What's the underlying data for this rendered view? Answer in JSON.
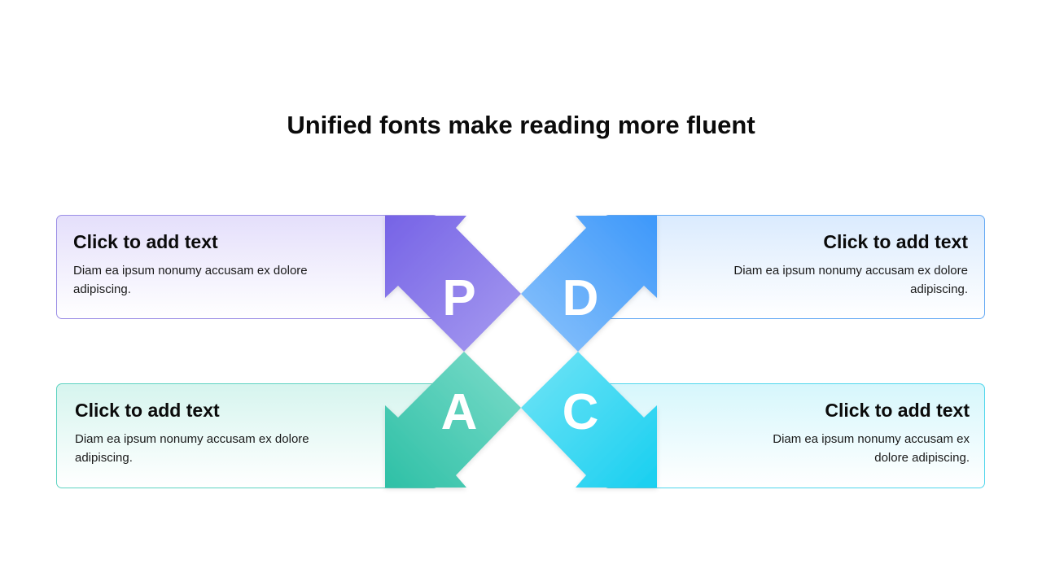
{
  "title": "Unified fonts make reading more fluent",
  "quadrants": [
    {
      "key": "p",
      "letter": "P",
      "heading": "Click to add text",
      "body": "Diam ea ipsum nonumy accusam ex dolore adipiscing.",
      "color_from": "#7663e6",
      "color_to": "#a79cf0"
    },
    {
      "key": "d",
      "letter": "D",
      "heading": "Click to add text",
      "body": "Diam ea ipsum nonumy accusam ex dolore adipiscing.",
      "color_from": "#3d98fa",
      "color_to": "#8cc3fb"
    },
    {
      "key": "a",
      "letter": "A",
      "heading": "Click to add text",
      "body": "Diam ea ipsum nonumy accusam ex dolore adipiscing.",
      "color_from": "#2ec0a6",
      "color_to": "#7ddcca"
    },
    {
      "key": "c",
      "letter": "C",
      "heading": "Click to add text",
      "body": "Diam ea ipsum nonumy accusam ex dolore adipiscing.",
      "color_from": "#18cff0",
      "color_to": "#72e4f6"
    }
  ]
}
